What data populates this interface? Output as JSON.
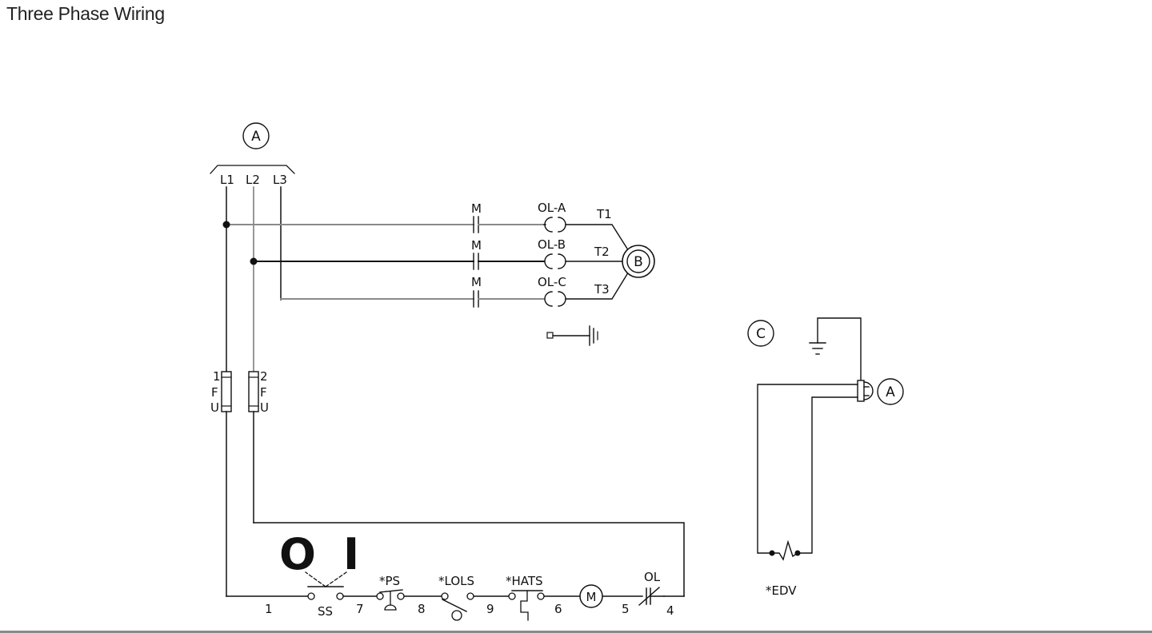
{
  "page": {
    "title": "Three Phase Wiring"
  },
  "colors": {
    "wire": "#111111",
    "wire_light": "#8a8a8a",
    "background": "#ffffff"
  },
  "power_supply": {
    "callout": "A",
    "lines": [
      "L1",
      "L2",
      "L3"
    ]
  },
  "motor_circuit": {
    "contacts": [
      "M",
      "M",
      "M"
    ],
    "overloads": [
      "OL-A",
      "OL-B",
      "OL-C"
    ],
    "terminals": [
      "T1",
      "T2",
      "T3"
    ],
    "motor_callout": "B"
  },
  "fuses": [
    {
      "number": "1",
      "letters": [
        "F",
        "U"
      ]
    },
    {
      "number": "2",
      "letters": [
        "F",
        "U"
      ]
    }
  ],
  "control_circuit": {
    "switch_off_symbol": "O",
    "switch_on_symbol": "I",
    "switch_label": "SS",
    "components": {
      "pressure_switch": "*PS",
      "low_oil_switch": "*LOLS",
      "high_temp_switch": "*HATS",
      "motor_coil": "M",
      "overload": "OL"
    },
    "wire_numbers": [
      "1",
      "7",
      "8",
      "9",
      "6",
      "5",
      "4"
    ]
  },
  "drain_valve": {
    "callout": "C",
    "plug_callout": "A",
    "valve_label": "*EDV"
  }
}
